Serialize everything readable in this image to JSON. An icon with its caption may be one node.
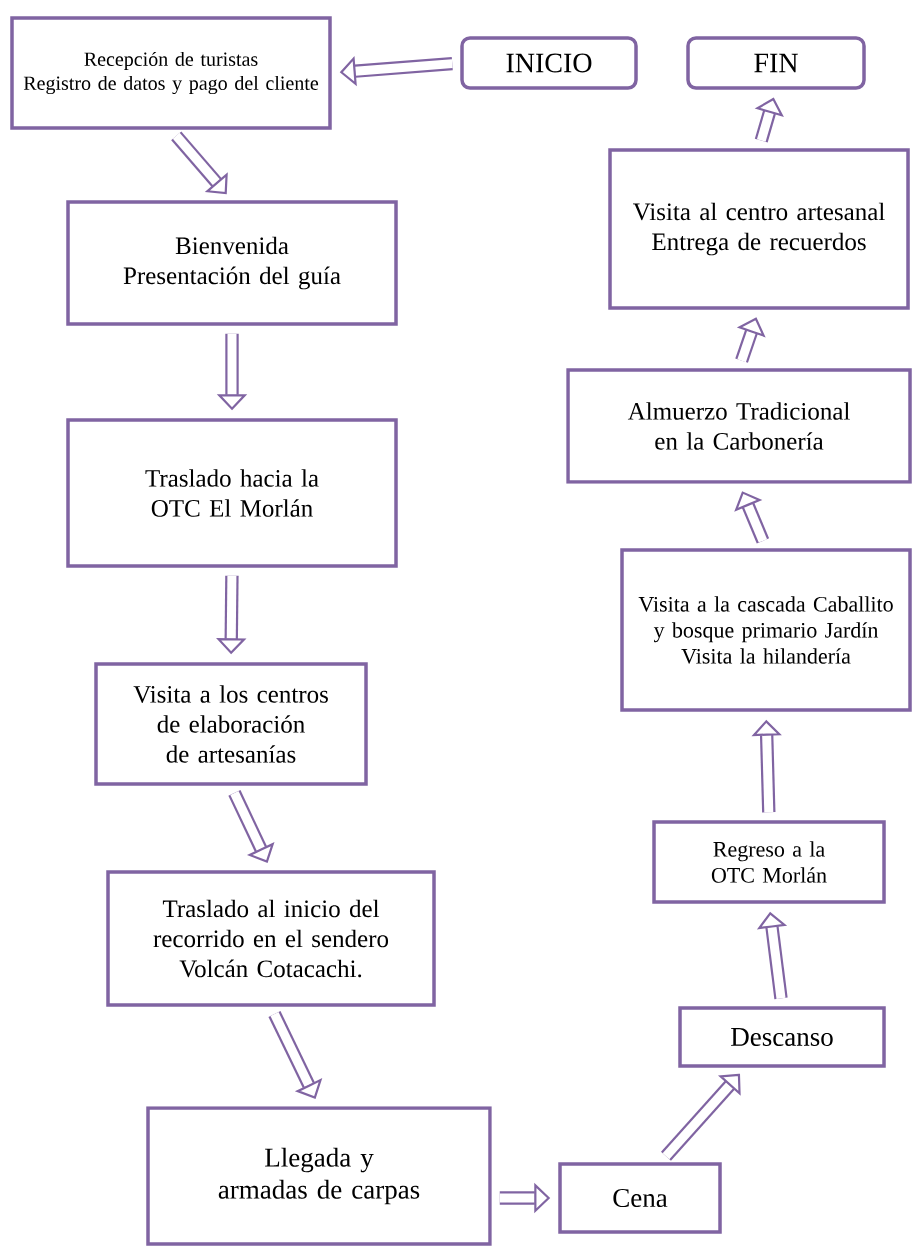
{
  "diagram": {
    "nodes": [
      {
        "text": [
          "Recepción de turistas",
          "Registro de datos y pago del cliente"
        ]
      },
      {
        "text": [
          "INICIO"
        ]
      },
      {
        "text": [
          "FIN"
        ]
      },
      {
        "text": [
          "Bienvenida",
          "Presentación del guía"
        ]
      },
      {
        "text": [
          "Traslado hacia la OTC El Morlán"
        ]
      },
      {
        "text": [
          "Visita a los centros de elaboración de artesanías"
        ]
      },
      {
        "text": [
          "Traslado al inicio del recorrido en el sendero Volcán Cotacachi."
        ]
      },
      {
        "text": [
          "Llegada y armadas de carpas"
        ]
      },
      {
        "text": [
          "Cena"
        ]
      },
      {
        "text": [
          "Descanso"
        ]
      },
      {
        "text": [
          "Regreso a la OTC Morlán"
        ]
      },
      {
        "text": [
          "Visita a la cascada Caballito y bosque primario Jardín",
          "Visita la hilandería"
        ]
      },
      {
        "text": [
          "Almuerzo Tradicional en la Carbonería"
        ]
      },
      {
        "text": [
          "Visita al centro artesanal",
          "Entrega de recuerdos"
        ]
      }
    ],
    "edges": [
      {
        "from": 1,
        "to": 0,
        "arrow": "to"
      },
      {
        "from": 0,
        "to": 3,
        "arrow": "to"
      },
      {
        "from": 3,
        "to": 4,
        "arrow": "to"
      },
      {
        "from": 4,
        "to": 5,
        "arrow": "to"
      },
      {
        "from": 5,
        "to": 6,
        "arrow": "to"
      },
      {
        "from": 6,
        "to": 7,
        "arrow": "to"
      },
      {
        "from": 7,
        "to": 8,
        "arrow": "to"
      },
      {
        "from": 8,
        "to": 9,
        "arrow": "to"
      },
      {
        "from": 9,
        "to": 10,
        "arrow": "to"
      },
      {
        "from": 10,
        "to": 11,
        "arrow": "to"
      },
      {
        "from": 11,
        "to": 12,
        "arrow": "to"
      },
      {
        "from": 12,
        "to": 13,
        "arrow": "to"
      },
      {
        "from": 13,
        "to": 2,
        "arrow": "to"
      }
    ]
  }
}
